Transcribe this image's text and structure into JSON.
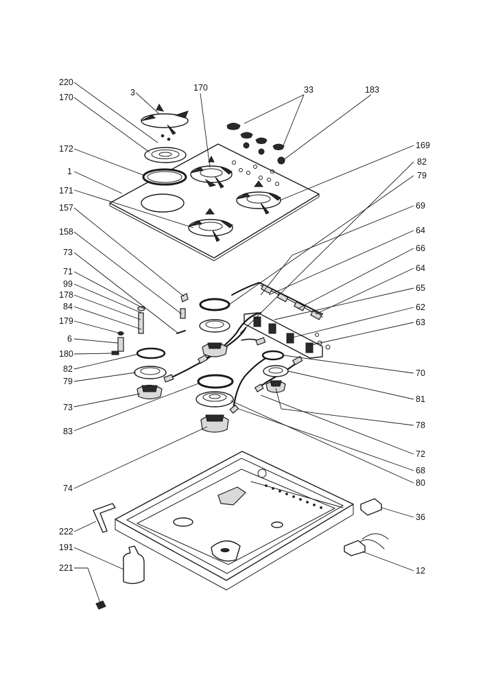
{
  "colors": {
    "line": "#1a1a1a",
    "background": "#ffffff"
  },
  "callouts": [
    {
      "id": "c220a",
      "label": "220"
    },
    {
      "id": "c170a",
      "label": "170"
    },
    {
      "id": "c3",
      "label": "3"
    },
    {
      "id": "c170b",
      "label": "170"
    },
    {
      "id": "c33",
      "label": "33"
    },
    {
      "id": "c183",
      "label": "183"
    },
    {
      "id": "c172",
      "label": "172"
    },
    {
      "id": "c1",
      "label": "1"
    },
    {
      "id": "c171",
      "label": "171"
    },
    {
      "id": "c157",
      "label": "157"
    },
    {
      "id": "c158",
      "label": "158"
    },
    {
      "id": "c73a",
      "label": "73"
    },
    {
      "id": "c71",
      "label": "71"
    },
    {
      "id": "c99",
      "label": "99"
    },
    {
      "id": "c178",
      "label": "178"
    },
    {
      "id": "c84",
      "label": "84"
    },
    {
      "id": "c179",
      "label": "179"
    },
    {
      "id": "c6",
      "label": "6"
    },
    {
      "id": "c180",
      "label": "180"
    },
    {
      "id": "c82a",
      "label": "82"
    },
    {
      "id": "c79a",
      "label": "79"
    },
    {
      "id": "c73b",
      "label": "73"
    },
    {
      "id": "c83",
      "label": "83"
    },
    {
      "id": "c74",
      "label": "74"
    },
    {
      "id": "c222",
      "label": "222"
    },
    {
      "id": "c191",
      "label": "191"
    },
    {
      "id": "c221",
      "label": "221"
    },
    {
      "id": "c169",
      "label": "169"
    },
    {
      "id": "c82b",
      "label": "82"
    },
    {
      "id": "c79b",
      "label": "79"
    },
    {
      "id": "c69",
      "label": "69"
    },
    {
      "id": "c64a",
      "label": "64"
    },
    {
      "id": "c66",
      "label": "66"
    },
    {
      "id": "c64b",
      "label": "64"
    },
    {
      "id": "c65",
      "label": "65"
    },
    {
      "id": "c62",
      "label": "62"
    },
    {
      "id": "c63",
      "label": "63"
    },
    {
      "id": "c70",
      "label": "70"
    },
    {
      "id": "c81",
      "label": "81"
    },
    {
      "id": "c78",
      "label": "78"
    },
    {
      "id": "c72",
      "label": "72"
    },
    {
      "id": "c68",
      "label": "68"
    },
    {
      "id": "c80",
      "label": "80"
    },
    {
      "id": "c36",
      "label": "36"
    },
    {
      "id": "c12",
      "label": "12"
    }
  ]
}
